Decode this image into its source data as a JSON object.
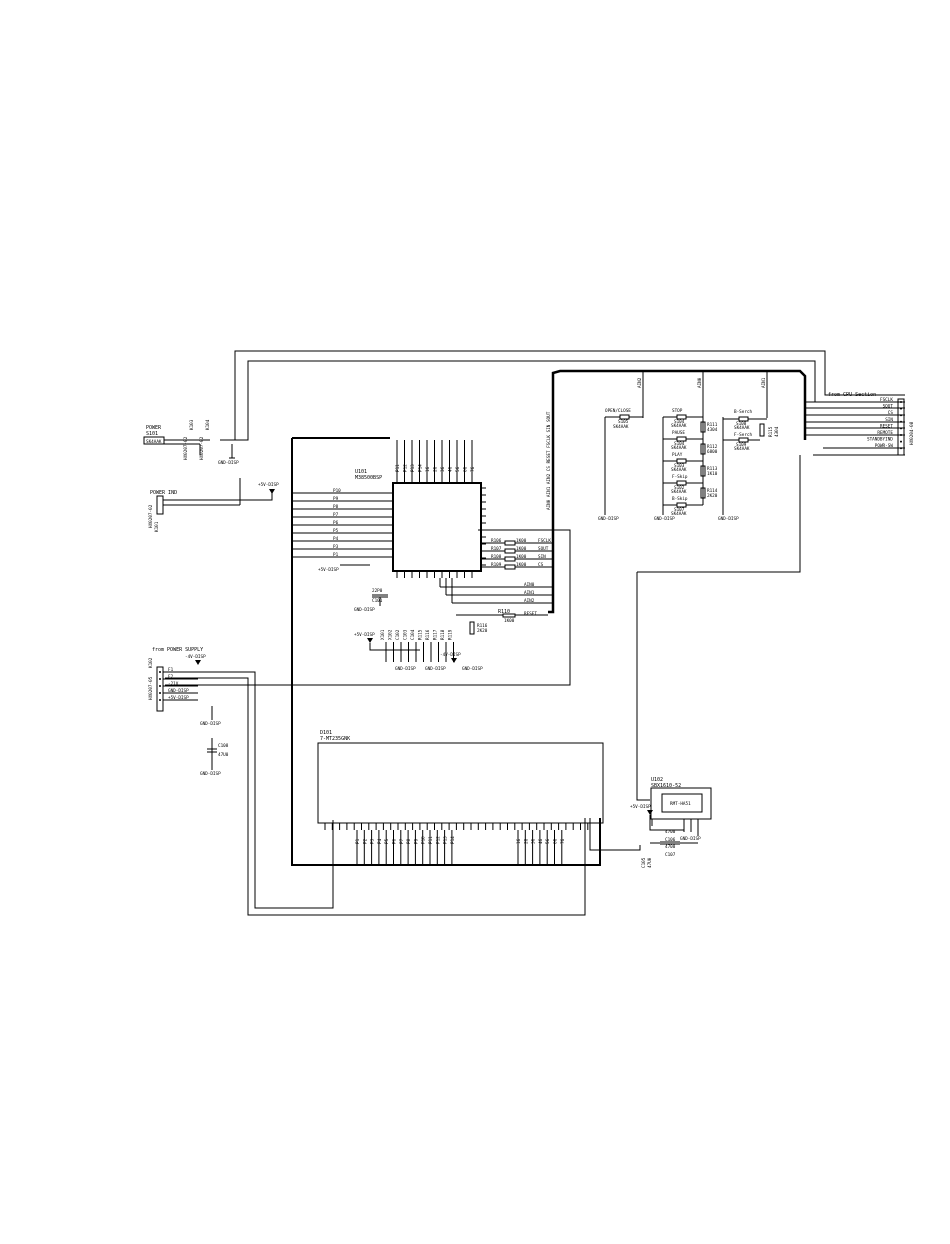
{
  "headers": {
    "power_switch": "POWER",
    "power_switch_ref": "S101",
    "power_switch_part": "SK4AAK",
    "power_ind": "POWER IND",
    "from_power_supply": "from POWER SUPPLY",
    "from_cpu": "from CPU-Section"
  },
  "connectors": {
    "k103_ref": "K103",
    "k103_part": "HX0207-02",
    "k104_ref": "K104",
    "k104_part": "HX0207-02",
    "k101_ref": "K101",
    "k101_part": "HX0207-02",
    "k102_ref": "K102",
    "k102_part": "HX0207-05",
    "k105_part": "HX0204-08"
  },
  "power_pins": [
    "F1",
    "F2",
    "-21V",
    "GND-DISP",
    "+5V-DISP"
  ],
  "cpu_signals": [
    "FSCLK",
    "SOUT",
    "CS",
    "SIN",
    "RESET",
    "REMOTE",
    "STANDBYIND",
    "POWR-SW"
  ],
  "u101": {
    "ref": "U101",
    "part": "M38500BSP",
    "left_pins": [
      "P10",
      "P9",
      "P8",
      "P7",
      "P6",
      "P5",
      "P4",
      "P3",
      "P1"
    ],
    "top_pins": [
      "P11",
      "P12",
      "P13",
      "P14",
      "1G",
      "2G",
      "3G",
      "4G",
      "5G",
      "6G",
      "7G"
    ],
    "bottom_parts": [
      "X101",
      "X102",
      "C102",
      "C103",
      "C104",
      "R115",
      "R116",
      "R117",
      "R118",
      "R119"
    ]
  },
  "cs_resistors": [
    {
      "ref": "R106",
      "val": "1K00",
      "sig": "FSCLK"
    },
    {
      "ref": "R107",
      "val": "1K00",
      "sig": "SOUT"
    },
    {
      "ref": "R108",
      "val": "1K00",
      "sig": "SIN"
    },
    {
      "ref": "R109",
      "val": "1K00",
      "sig": "CS"
    }
  ],
  "ain": [
    "AIN0",
    "AIN1",
    "AIN2"
  ],
  "bus_label": "AIN0 AIN1 AIN2 CS RESET FSCLK SIN SOUT",
  "r110": {
    "ref": "R110",
    "val": "1K00",
    "sig": "RESET"
  },
  "r101_label": "R116",
  "r101_val": "2K20",
  "switches": {
    "open_close": {
      "name": "OPEN/CLOSE",
      "ref": "S105",
      "part": "SK4AAK"
    },
    "stop": {
      "name": "STOP",
      "ref": "S104",
      "part": "SK4AAK"
    },
    "pause": {
      "name": "PAUSE",
      "ref": "S104",
      "part": "SK4AAK"
    },
    "play": {
      "name": "PLAY",
      "ref": "S103",
      "part": "SK4AAK"
    },
    "fskip": {
      "name": "F-Skip",
      "ref": "S102",
      "part": "SK4AAK"
    },
    "bskip": {
      "name": "B-Skip",
      "ref": "S107",
      "part": "SK4AAK"
    },
    "bsearch": {
      "name": "B-Serch",
      "ref": "S108",
      "part": "SK4AAK"
    },
    "fsearch": {
      "name": "F-Serch",
      "ref": "S109",
      "part": "SK4AAK"
    }
  },
  "ladder_res": [
    {
      "ref": "R111",
      "val": "4304"
    },
    {
      "ref": "R112",
      "val": "6800"
    },
    {
      "ref": "R113",
      "val": "1K10"
    },
    {
      "ref": "R114",
      "val": "2K20"
    }
  ],
  "r115": {
    "ref": "R115",
    "val": "4304"
  },
  "nets": {
    "gnd": "GND-DISP",
    "p5v": "+5V-DISP",
    "m4v": "-4V-DISP"
  },
  "caps": {
    "c101": "C101",
    "c101_val": "22P0",
    "c108": "C108",
    "c108_val": "47U0",
    "c105": "C105",
    "c105_val": "47U0",
    "c106": "C106",
    "c106_val": "4700",
    "c107": "C107",
    "c107_val": "4700"
  },
  "d101": {
    "ref": "D101",
    "part": "7-MT235GNK",
    "left_pins": [
      "P1",
      "P2",
      "P3",
      "P4",
      "P5",
      "P6",
      "P7",
      "P8",
      "P9",
      "P10",
      "P11",
      "P12",
      "P13",
      "P14"
    ],
    "right_pins": [
      "1G",
      "2G",
      "3G",
      "4G",
      "5G",
      "6G",
      "7G"
    ]
  },
  "u102": {
    "ref": "U102",
    "part": "SBX1610-52",
    "inner": "RMT-HA51"
  }
}
